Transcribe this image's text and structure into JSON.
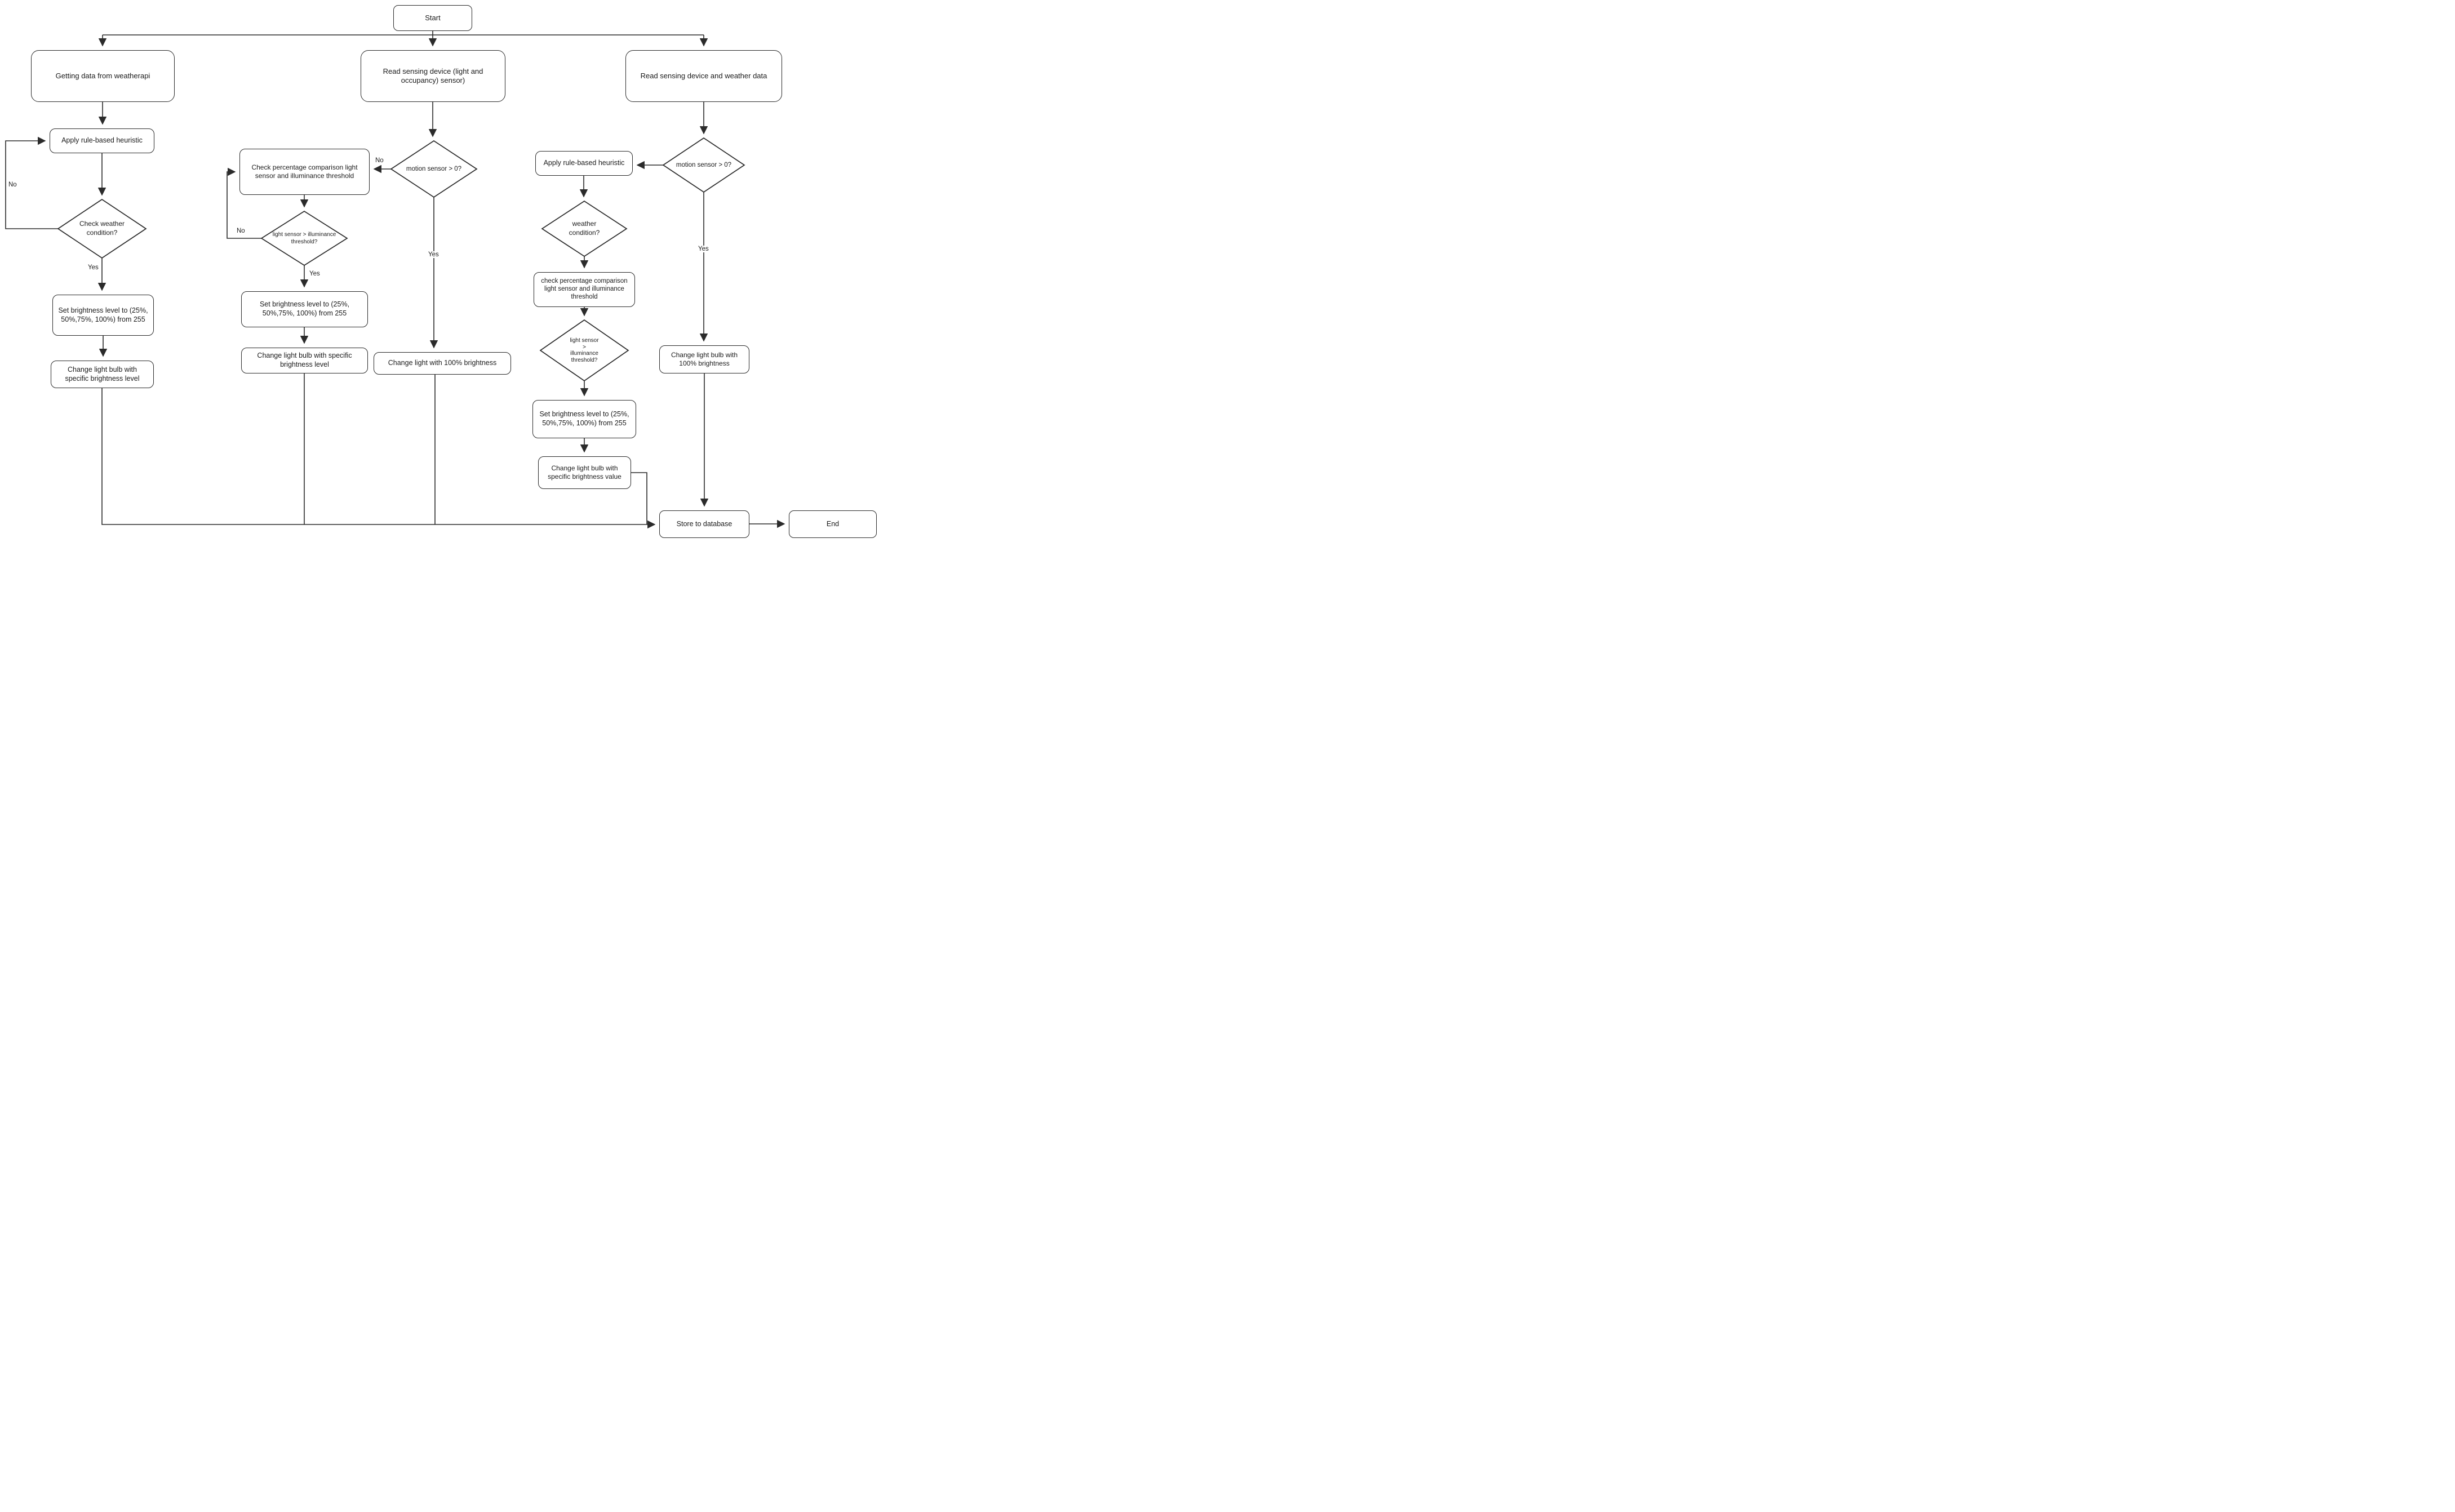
{
  "flowchart": {
    "nodes": {
      "start": {
        "label": "Start"
      },
      "getting_weather": {
        "label": "Getting data from weatherapi"
      },
      "read_sensing_light_occupancy": {
        "label": "Read sensing device (light and occupancy) sensor)"
      },
      "read_sensing_weather": {
        "label": "Read sensing device and weather data"
      },
      "apply_heuristic_left": {
        "label": "Apply rule-based heuristic"
      },
      "check_weather_decision": {
        "label": "Check weather condition?"
      },
      "set_brightness_left": {
        "label": "Set brightness level to (25%,\n50%,75%, 100%) from 255"
      },
      "change_bulb_level_left": {
        "label": "Change light bulb with\nspecific brightness level"
      },
      "motion_sensor_mid_decision": {
        "label": "motion sensor > 0?"
      },
      "check_percentage_mid": {
        "label": "Check percentage comparison light sensor and illuminance threshold"
      },
      "light_sensor_mid_decision": {
        "label": "light sensor > illuminance threshold?"
      },
      "set_brightness_mid": {
        "label": "Set brightness level to (25%,\n50%,75%, 100%) from 255"
      },
      "change_bulb_level_mid": {
        "label": "Change light bulb with specific\nbrightness level"
      },
      "change_light_100_mid": {
        "label": "Change light with 100% brightness"
      },
      "motion_sensor_right_decision": {
        "label": "motion sensor > 0?"
      },
      "apply_heuristic_right": {
        "label": "Apply rule-based heuristic"
      },
      "weather_condition_decision": {
        "label": "weather\ncondition?"
      },
      "check_percentage_right": {
        "label": "check percentage comparison light sensor and illuminance threshold"
      },
      "light_sensor_right_decision": {
        "label": "light sensor\n>\nilluminance\nthreshold?"
      },
      "set_brightness_right": {
        "label": "Set brightness level to (25%,\n50%,75%, 100%) from 255"
      },
      "change_bulb_value_right": {
        "label": "Change light bulb with\nspecific brightness value"
      },
      "change_bulb_100_right": {
        "label": "Change light bulb with\n100% brightness"
      },
      "store_database": {
        "label": "Store to database"
      },
      "end": {
        "label": "End"
      }
    },
    "edge_labels": {
      "left_no": "No",
      "left_yes": "Yes",
      "mid_motion_no": "No",
      "mid_motion_yes": "Yes",
      "mid_light_no": "No",
      "mid_light_yes": "Yes",
      "right_motion_yes": "Yes"
    },
    "colors": {
      "stroke": "#2b2b2b",
      "background": "#ffffff"
    }
  }
}
